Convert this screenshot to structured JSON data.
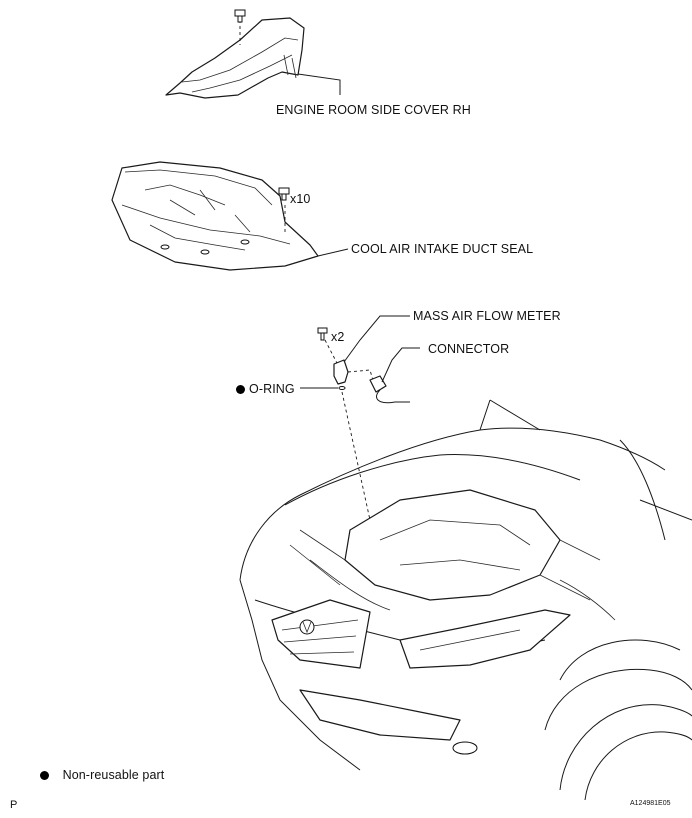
{
  "labels": {
    "engine_room_side_cover": "ENGINE ROOM SIDE COVER RH",
    "cool_air_intake_duct_seal": "COOL AIR INTAKE DUCT SEAL",
    "mass_air_flow_meter": "MASS AIR FLOW METER",
    "connector": "CONNECTOR",
    "o_ring": "O-RING",
    "qty_clips": "x10",
    "qty_screws": "x2"
  },
  "legend": {
    "bullet_icon": "filled-circle-icon",
    "text": "Non-reusable part"
  },
  "footer": {
    "left_code": "P",
    "figure_id": "A124981E05"
  }
}
